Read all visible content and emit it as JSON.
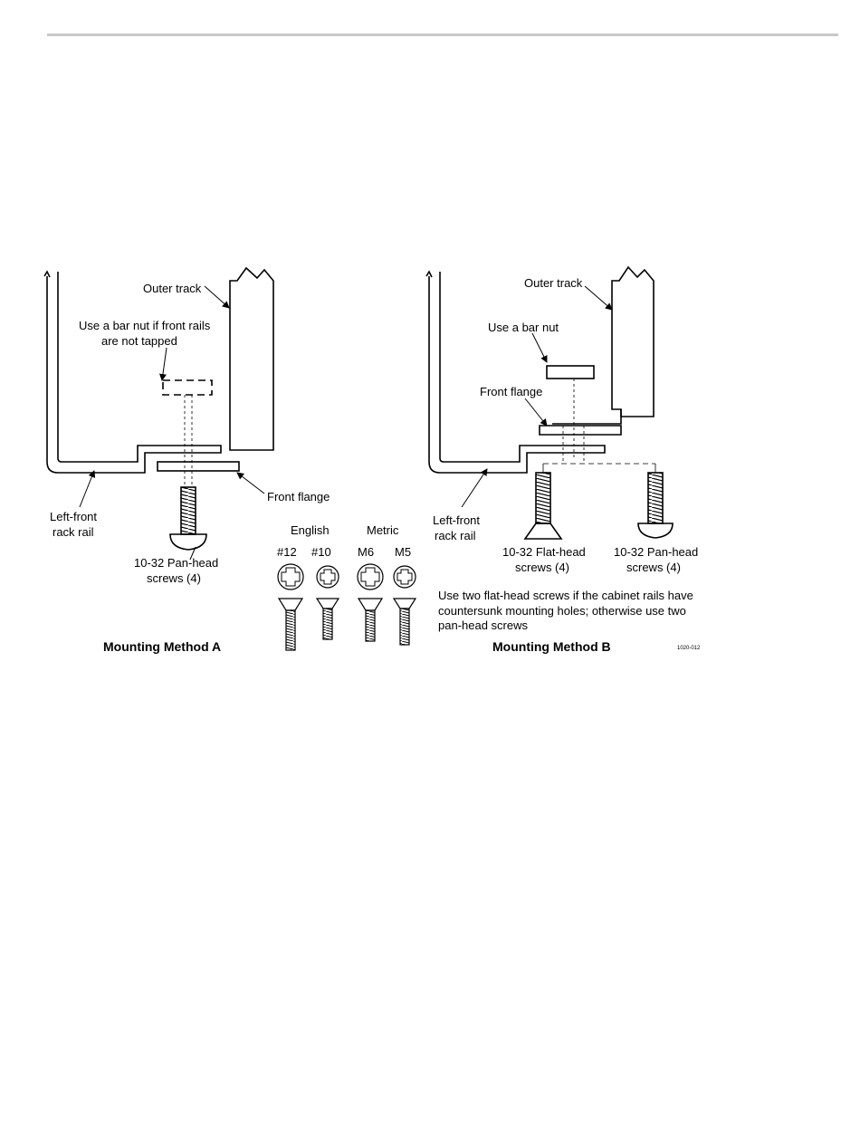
{
  "method_a": {
    "outer_track": "Outer track",
    "bar_nut_note_1": "Use a bar nut if front rails",
    "bar_nut_note_2": "are not tapped",
    "front_flange": "Front flange",
    "left_front_1": "Left-front",
    "left_front_2": "rack rail",
    "screw_1": "10-32 Pan-head",
    "screw_2": "screws (4)",
    "title": "Mounting Method A"
  },
  "screw_key": {
    "english": "English",
    "metric": "Metric",
    "sizes": [
      "#12",
      "#10",
      "M6",
      "M5"
    ]
  },
  "method_b": {
    "outer_track": "Outer track",
    "bar_nut": "Use a bar nut",
    "front_flange": "Front flange",
    "left_front_1": "Left-front",
    "left_front_2": "rack rail",
    "flat_1": "10-32 Flat-head",
    "flat_2": "screws (4)",
    "pan_1": "10-32 Pan-head",
    "pan_2": "screws (4)",
    "note_1": "Use two flat-head screws if the cabinet rails have",
    "note_2": "countersunk mounting holes; otherwise use two",
    "note_3": "pan-head screws",
    "title": "Mounting Method B",
    "figure_code": "1020-012"
  }
}
